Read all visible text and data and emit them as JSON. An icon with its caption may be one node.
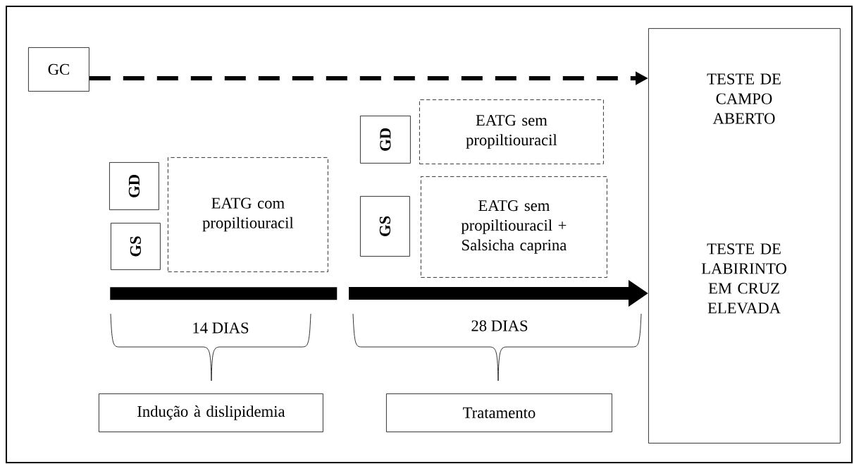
{
  "diagram": {
    "nodes": [
      {
        "text": [
          "GC"
        ]
      },
      {
        "text": [
          "GD"
        ]
      },
      {
        "text": [
          "GS"
        ]
      },
      {
        "text": [
          "EATG com propiltiouracil"
        ]
      },
      {
        "text": [
          "GD"
        ]
      },
      {
        "text": [
          "GS"
        ]
      },
      {
        "text": [
          "EATG sem propiltiouracil"
        ]
      },
      {
        "text": [
          "EATG sem propiltiouracil + Salsicha caprina"
        ]
      },
      {
        "text": [
          "TESTE DE CAMPO ABERTO",
          "TESTE DE LABIRINTO EM CRUZ ELEVADA"
        ]
      },
      {
        "text": [
          "Indução à dislipidemia"
        ]
      },
      {
        "text": [
          "Tratamento"
        ]
      },
      {
        "text": [],
        "shape": "bar"
      }
    ],
    "edges": [
      {
        "from": 0,
        "to": 8,
        "arrow": "to",
        "style": "dashed"
      },
      {
        "from": null,
        "to": 8,
        "arrow": "to",
        "style": "thick"
      }
    ],
    "labels": [
      "14 DIAS",
      "28 DIAS"
    ]
  }
}
